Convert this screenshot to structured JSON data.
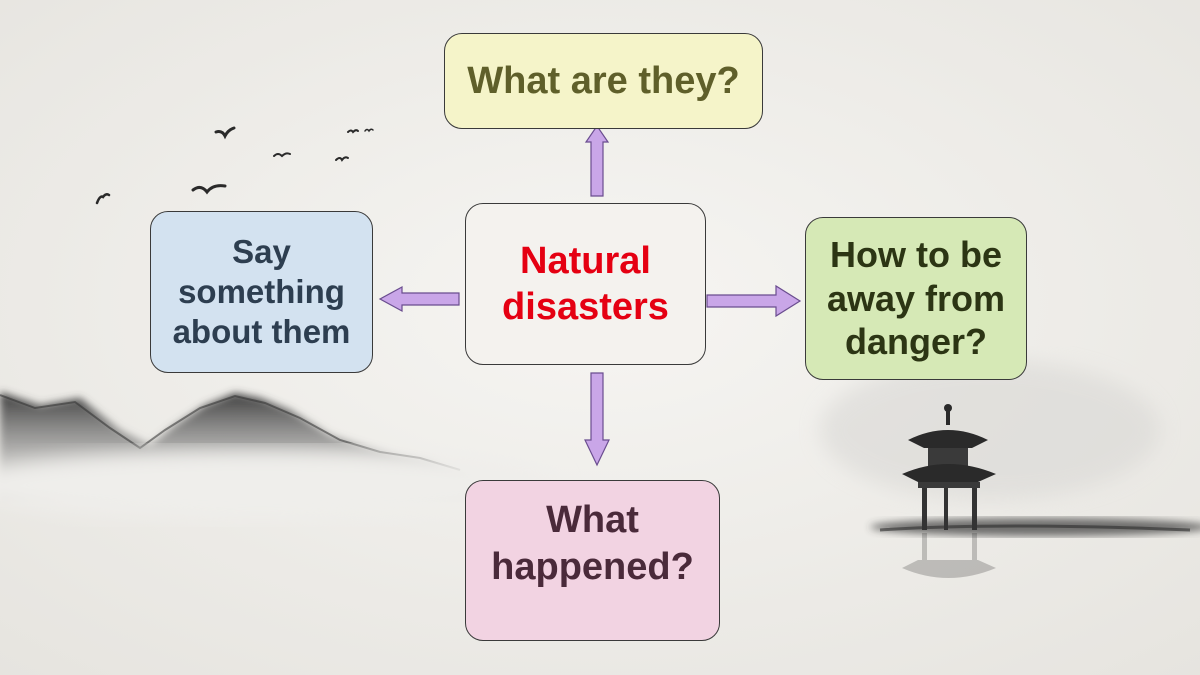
{
  "diagram": {
    "center": {
      "label": "Natural\ndisasters"
    },
    "top": {
      "label": "What are they?"
    },
    "left": {
      "label": "Say\nsomething\nabout them"
    },
    "right": {
      "label": "How to be\naway from\ndanger?"
    },
    "bottom": {
      "label": "What\nhappened?"
    }
  },
  "colors": {
    "arrow_fill": "#c9a6e8",
    "arrow_stroke": "#6a4d8f",
    "center_text": "#e50012"
  }
}
